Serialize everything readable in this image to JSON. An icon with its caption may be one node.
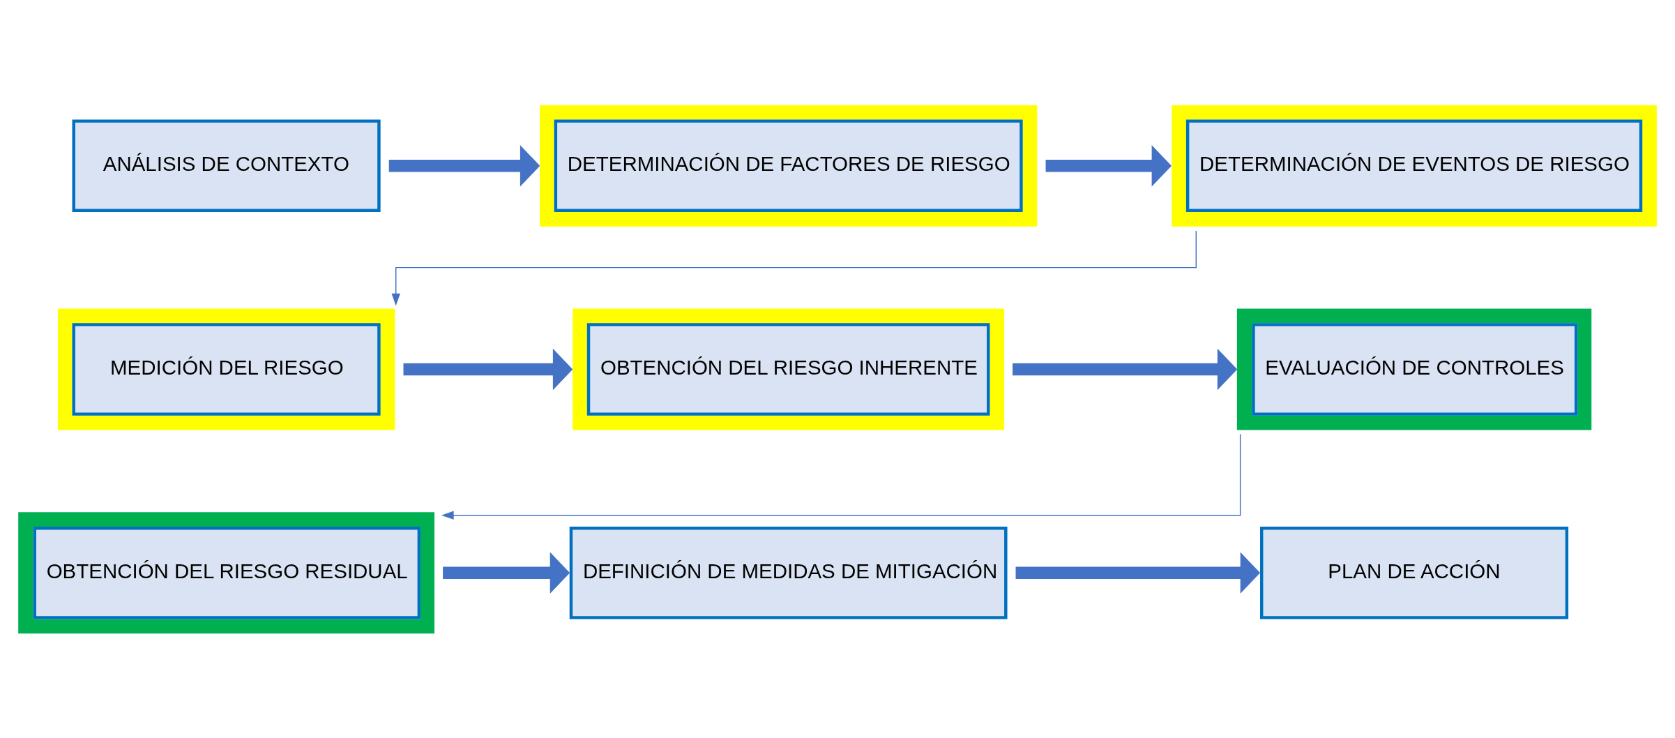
{
  "diagram": {
    "nodes": [
      {
        "text": [
          "ANÁLISIS DE CONTEXTO"
        ]
      },
      {
        "text": [
          "DETERMINACIÓN DE FACTORES DE RIESGO"
        ]
      },
      {
        "text": [
          "DETERMINACIÓN DE EVENTOS DE RIESGO"
        ]
      },
      {
        "text": [
          "MEDICIÓN DEL RIESGO"
        ]
      },
      {
        "text": [
          "OBTENCIÓN DEL RIESGO INHERENTE"
        ]
      },
      {
        "text": [
          "EVALUACIÓN DE CONTROLES"
        ]
      },
      {
        "text": [
          "OBTENCIÓN DEL RIESGO RESIDUAL"
        ]
      },
      {
        "text": [
          "DEFINICIÓN DE MEDIDAS DE MITIGACIÓN"
        ]
      },
      {
        "text": [
          "PLAN DE ACCIÓN"
        ]
      }
    ],
    "edges": [
      {
        "from": 0,
        "to": 1,
        "arrow": "to"
      },
      {
        "from": 1,
        "to": 2,
        "arrow": "to"
      },
      {
        "from": 2,
        "to": 3,
        "arrow": "to"
      },
      {
        "from": 3,
        "to": 4,
        "arrow": "to"
      },
      {
        "from": 4,
        "to": 5,
        "arrow": "to"
      },
      {
        "from": 5,
        "to": 6,
        "arrow": "to"
      },
      {
        "from": 6,
        "to": 7,
        "arrow": "to"
      },
      {
        "from": 7,
        "to": 8,
        "arrow": "to"
      }
    ]
  }
}
